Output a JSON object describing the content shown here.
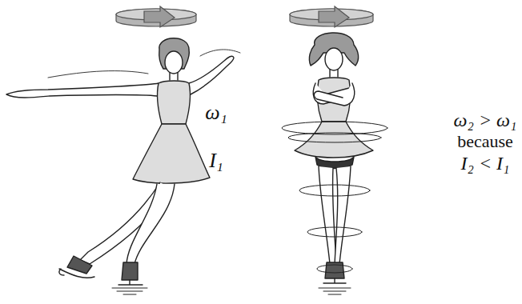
{
  "diagram": {
    "labels": [
      "ω₁",
      "I₁",
      "ω₂ > ω₁",
      "because",
      "I₂ < I₁"
    ]
  }
}
